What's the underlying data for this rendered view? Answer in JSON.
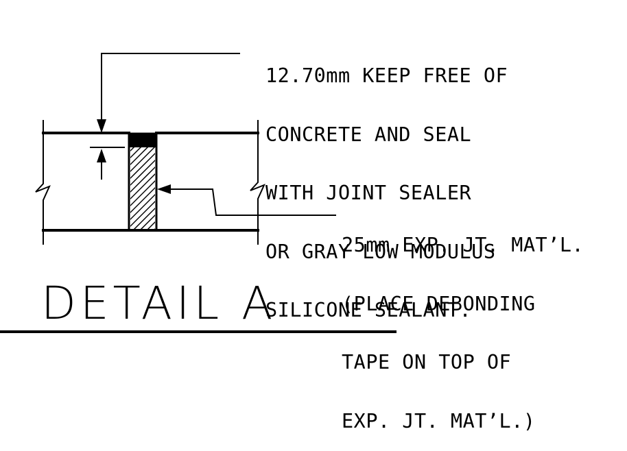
{
  "top_note": {
    "lines": [
      "12.70mm KEEP FREE OF",
      "CONCRETE AND SEAL",
      "WITH JOINT SEALER",
      "OR GRAY LOW MODULUS",
      "SILICONE SEALANT."
    ]
  },
  "bottom_note": {
    "lines": [
      "25mm EXP. JT. MAT’L.",
      "(PLACE DEBONDING",
      "TAPE ON TOP OF",
      "EXP. JT. MAT’L.)"
    ]
  },
  "title": "DETAIL A",
  "colors": {
    "ink": "#000000",
    "background": "#ffffff"
  }
}
